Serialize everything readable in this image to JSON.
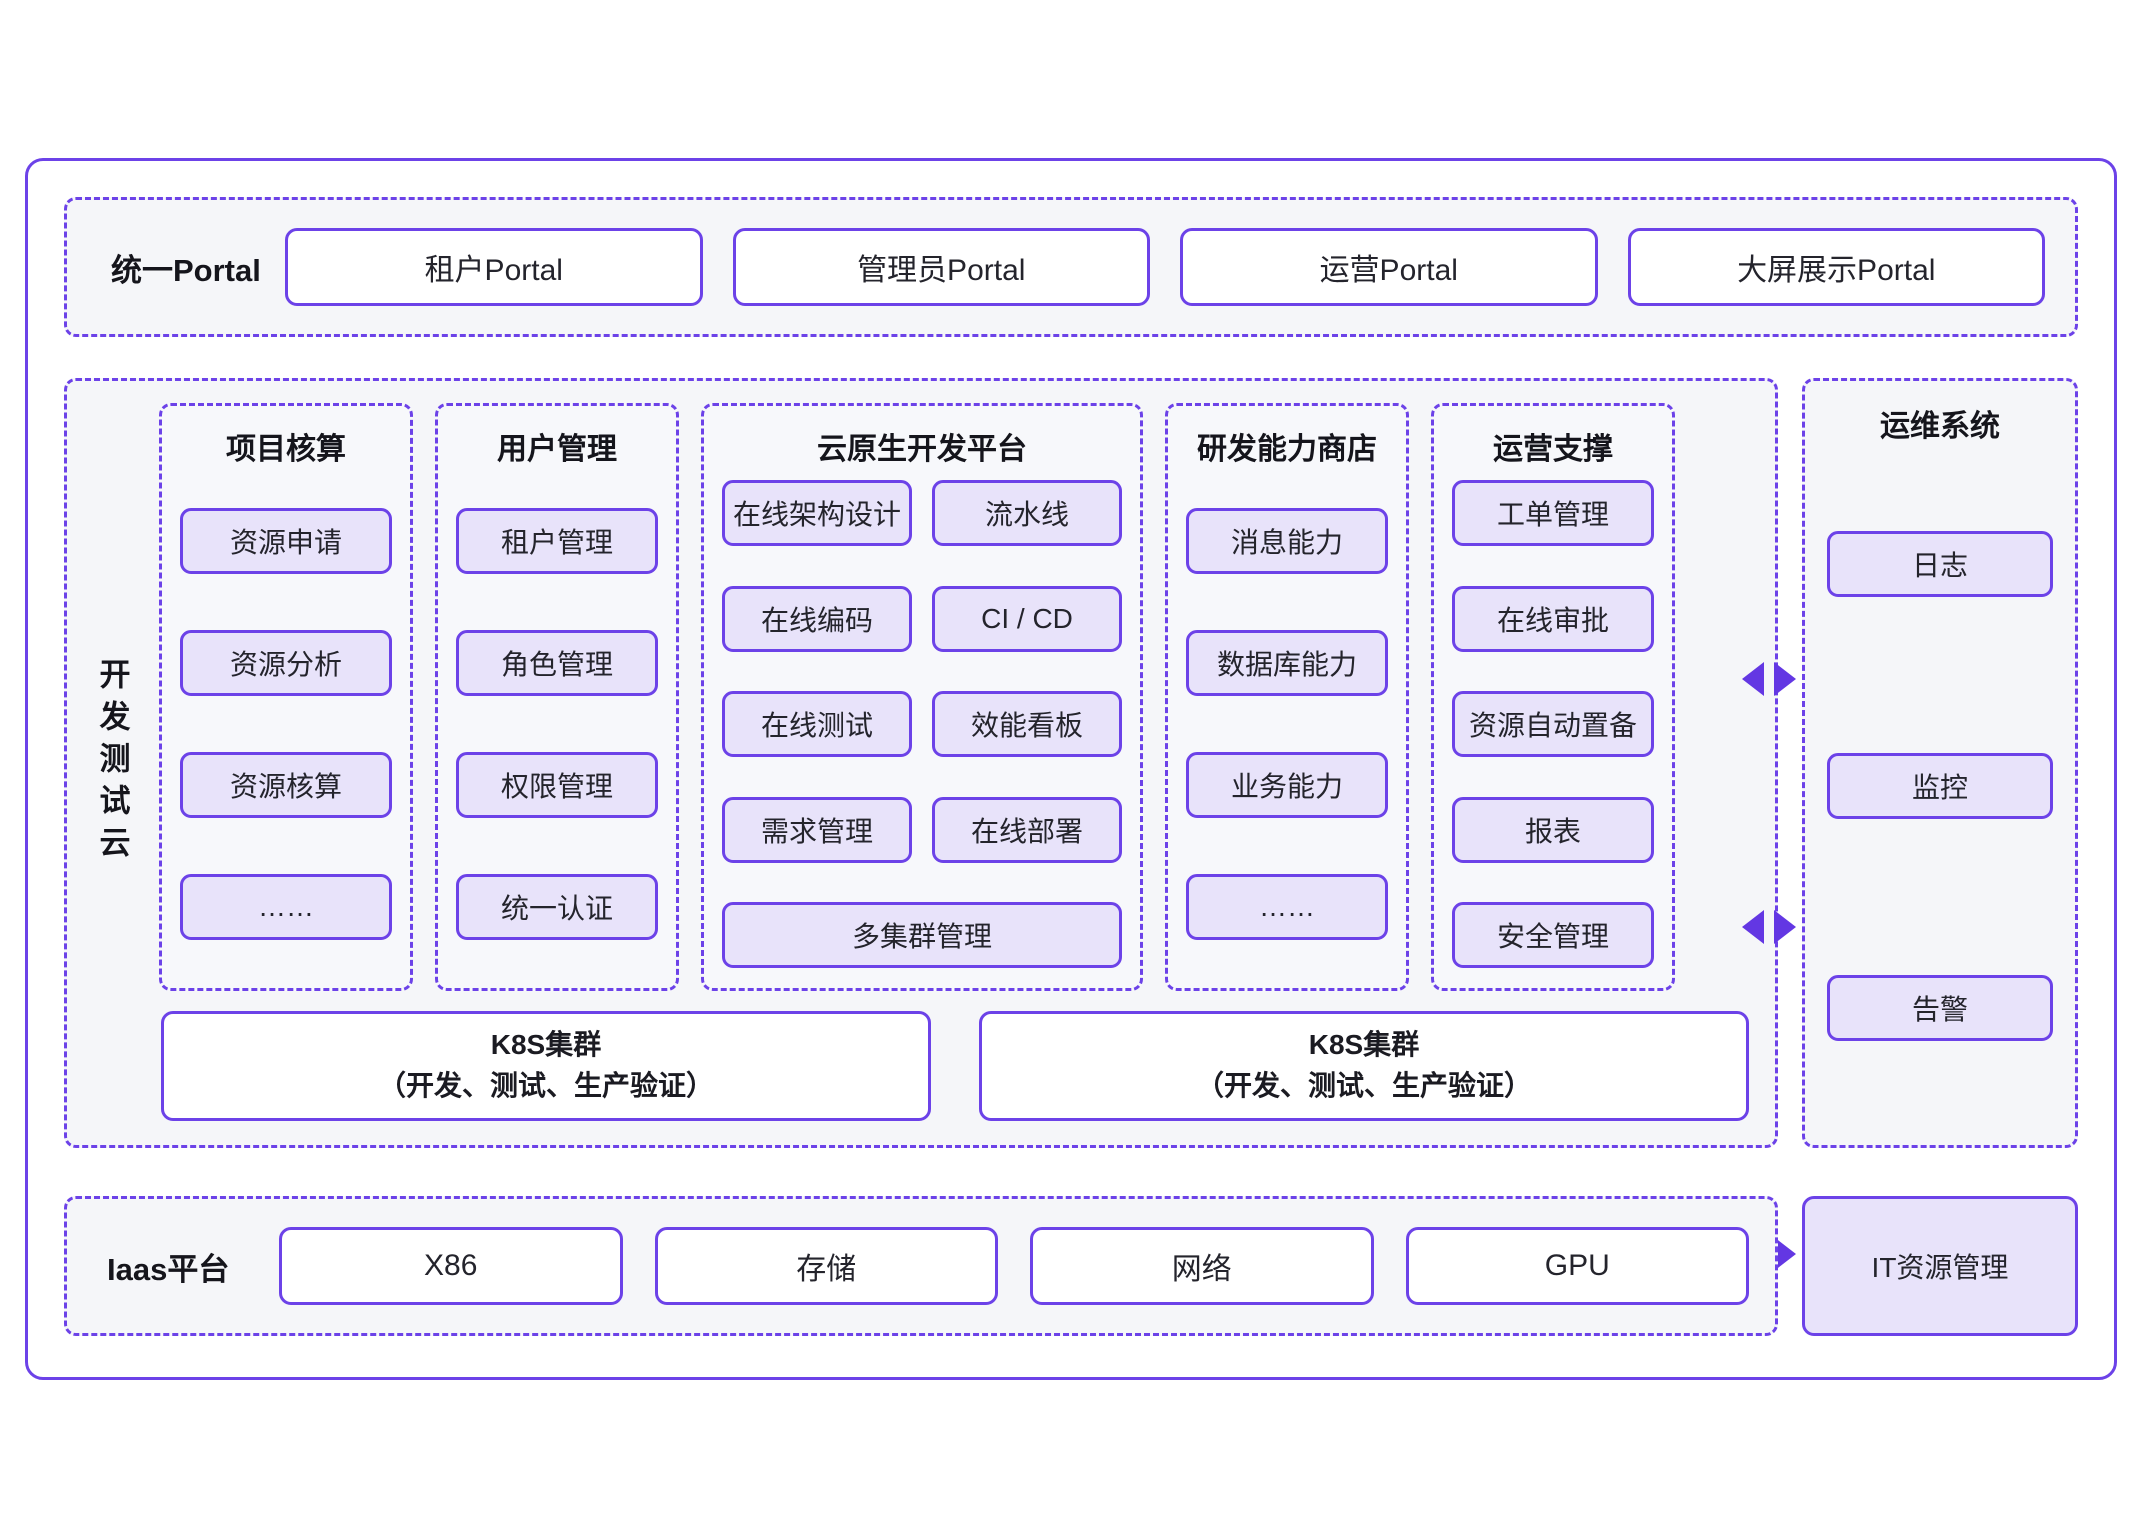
{
  "theme": {
    "accent": "#6c42e8",
    "chip_fill": "#e8e3fa",
    "panel_fill": "#f5f6f9",
    "card_fill": "#ffffff",
    "text": "#24242c"
  },
  "portal_band": {
    "label": "统一Portal",
    "items": [
      {
        "label": "租户Portal"
      },
      {
        "label": "管理员Portal"
      },
      {
        "label": "运营Portal"
      },
      {
        "label": "大屏展示Portal"
      }
    ]
  },
  "dev_test_cloud": {
    "label": "开发测试云",
    "columns": [
      {
        "title": "项目核算",
        "layout": "stack",
        "items": [
          "资源申请",
          "资源分析",
          "资源核算",
          "……"
        ]
      },
      {
        "title": "用户管理",
        "layout": "stack",
        "items": [
          "租户管理",
          "角色管理",
          "权限管理",
          "统一认证"
        ]
      },
      {
        "title": "云原生开发平台",
        "layout": "grid2",
        "rows": [
          [
            "在线架构设计",
            "流水线"
          ],
          [
            "在线编码",
            "CI / CD"
          ],
          [
            "在线测试",
            "效能看板"
          ],
          [
            "需求管理",
            "在线部署"
          ]
        ],
        "full_width_item": "多集群管理"
      },
      {
        "title": "研发能力商店",
        "layout": "stack",
        "items": [
          "消息能力",
          "数据库能力",
          "业务能力",
          "……"
        ]
      },
      {
        "title": "运营支撑",
        "layout": "stack-tight",
        "items": [
          "工单管理",
          "在线审批",
          "资源自动置备",
          "报表",
          "安全管理"
        ]
      }
    ],
    "k8s_clusters": [
      {
        "line1": "K8S集群",
        "line2": "（开发、测试、生产验证）"
      },
      {
        "line1": "K8S集群",
        "line2": "（开发、测试、生产验证）"
      }
    ]
  },
  "ops_system": {
    "title": "运维系统",
    "items": [
      "日志",
      "监控",
      "告警"
    ]
  },
  "iaas_band": {
    "label": "Iaas平台",
    "items": [
      {
        "label": "X86"
      },
      {
        "label": "存储"
      },
      {
        "label": "网络"
      },
      {
        "label": "GPU"
      }
    ]
  },
  "it_resource": {
    "label": "IT资源管理"
  }
}
